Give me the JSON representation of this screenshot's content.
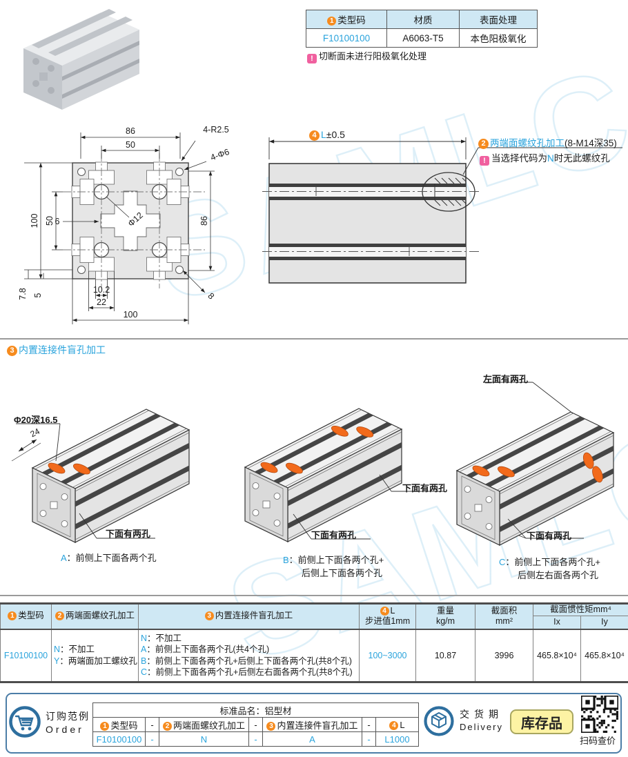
{
  "watermark": {
    "text": "SAMLC"
  },
  "colors": {
    "accent_orange": "#f68b1e",
    "link_cyan": "#29a3dc",
    "warn_pink": "#f0609f",
    "table_header_bg": "#cfe8f4",
    "stock_bg": "#fdf3a4",
    "brand_blue": "#2e6f9f"
  },
  "top_table": {
    "headers": [
      {
        "badge": "1",
        "label": "类型码"
      },
      {
        "label": "材质"
      },
      {
        "label": "表面处理"
      }
    ],
    "row": {
      "type_code": "F10100100",
      "material": "A6063-T5",
      "surface": "本色阳极氧化"
    },
    "note": "切断面未进行阳极氧化处理"
  },
  "cross_section": {
    "dim_top_width": "86",
    "dim_top_inner": "50",
    "dim_corner_radius": "4-R2.5",
    "dim_corner_holes": "4-Φ6",
    "dim_left_height": "100",
    "dim_left_inner": "50",
    "dim_slot_width": "6",
    "dim_center_holes": "Φ12",
    "dim_right_height": "86",
    "dim_bottom_offset1": "7.8",
    "dim_bottom_offset2": "5",
    "dim_slot_opening": "10.2",
    "dim_slot_cavity": "22",
    "dim_bottom_width": "100",
    "dim_corner_slot": "8"
  },
  "side_view": {
    "length_badge": "4",
    "length_code": "L",
    "length_tol": "±0.5",
    "callout_badge": "2",
    "callout_link": "两端面螺纹孔加工",
    "callout_spec": "(8-M14深35)",
    "note_pre": "当选择代码为",
    "note_code": "N",
    "note_post": "时无此螺纹孔"
  },
  "section3": {
    "badge": "3",
    "title": "内置连接件盲孔加工",
    "view_a": {
      "code": "A",
      "caption": "：前侧上下面各两个孔",
      "dim_hole": "Φ20深16.5",
      "dim_offset": "24",
      "label_bottom": "下面有两孔"
    },
    "view_b": {
      "code": "B",
      "caption1": "：前侧上下面各两个孔+",
      "caption2": "后侧上下面各两个孔",
      "label_bottom": "下面有两孔",
      "label_right": "下面有两孔"
    },
    "view_c": {
      "code": "C",
      "caption1": "：前侧上下面各两个孔+",
      "caption2": "后侧左右面各两个孔",
      "label_top": "左面有两孔",
      "label_bottom": "下面有两孔"
    }
  },
  "main_table": {
    "h_type": {
      "badge": "1",
      "label": "类型码"
    },
    "h_thread": {
      "badge": "2",
      "label": "两端面螺纹孔加工"
    },
    "h_blind": {
      "badge": "3",
      "label": "内置连接件盲孔加工"
    },
    "h_length": {
      "badge": "4",
      "label": "L",
      "sub": "步进值1mm"
    },
    "h_weight": {
      "label": "重量",
      "sub": "kg/m"
    },
    "h_area": {
      "label": "截面积",
      "sub": "mm²"
    },
    "h_inertia": {
      "label": "截面惯性矩mm⁴",
      "sub_x": "Ix",
      "sub_y": "Iy"
    },
    "row": {
      "type_code": "F10100100",
      "thread_options": [
        {
          "code": "N",
          "text": "：不加工"
        },
        {
          "code": "Y",
          "text": "：两端面加工螺纹孔"
        }
      ],
      "blind_options": [
        {
          "code": "N",
          "text": "：不加工"
        },
        {
          "code": "A",
          "text": "：前侧上下面各两个孔(共4个孔)"
        },
        {
          "code": "B",
          "text": "：前侧上下面各两个孔+后侧上下面各两个孔(共8个孔)"
        },
        {
          "code": "C",
          "text": "：前侧上下面各两个孔+后侧左右面各两个孔(共8个孔)"
        }
      ],
      "length_range": "100~3000",
      "weight": "10.87",
      "area": "3996",
      "ix": "465.8×10⁴",
      "iy": "465.8×10⁴"
    }
  },
  "order": {
    "label_cn": "订购范例",
    "label_en": "Order",
    "table_title": "标准品名：铝型材",
    "headers": [
      {
        "badge": "1",
        "label": "类型码"
      },
      {
        "label": "-"
      },
      {
        "badge": "2",
        "label": "两端面螺纹孔加工"
      },
      {
        "label": "-"
      },
      {
        "badge": "3",
        "label": "内置连接件盲孔加工"
      },
      {
        "label": "-"
      },
      {
        "badge": "4",
        "label": "L"
      }
    ],
    "values": [
      "F10100100",
      "-",
      "N",
      "-",
      "A",
      "-",
      "L1000"
    ],
    "delivery_cn": "交货期",
    "delivery_en": "Delivery",
    "stock_label": "库存品",
    "qr_caption": "扫码查价"
  }
}
